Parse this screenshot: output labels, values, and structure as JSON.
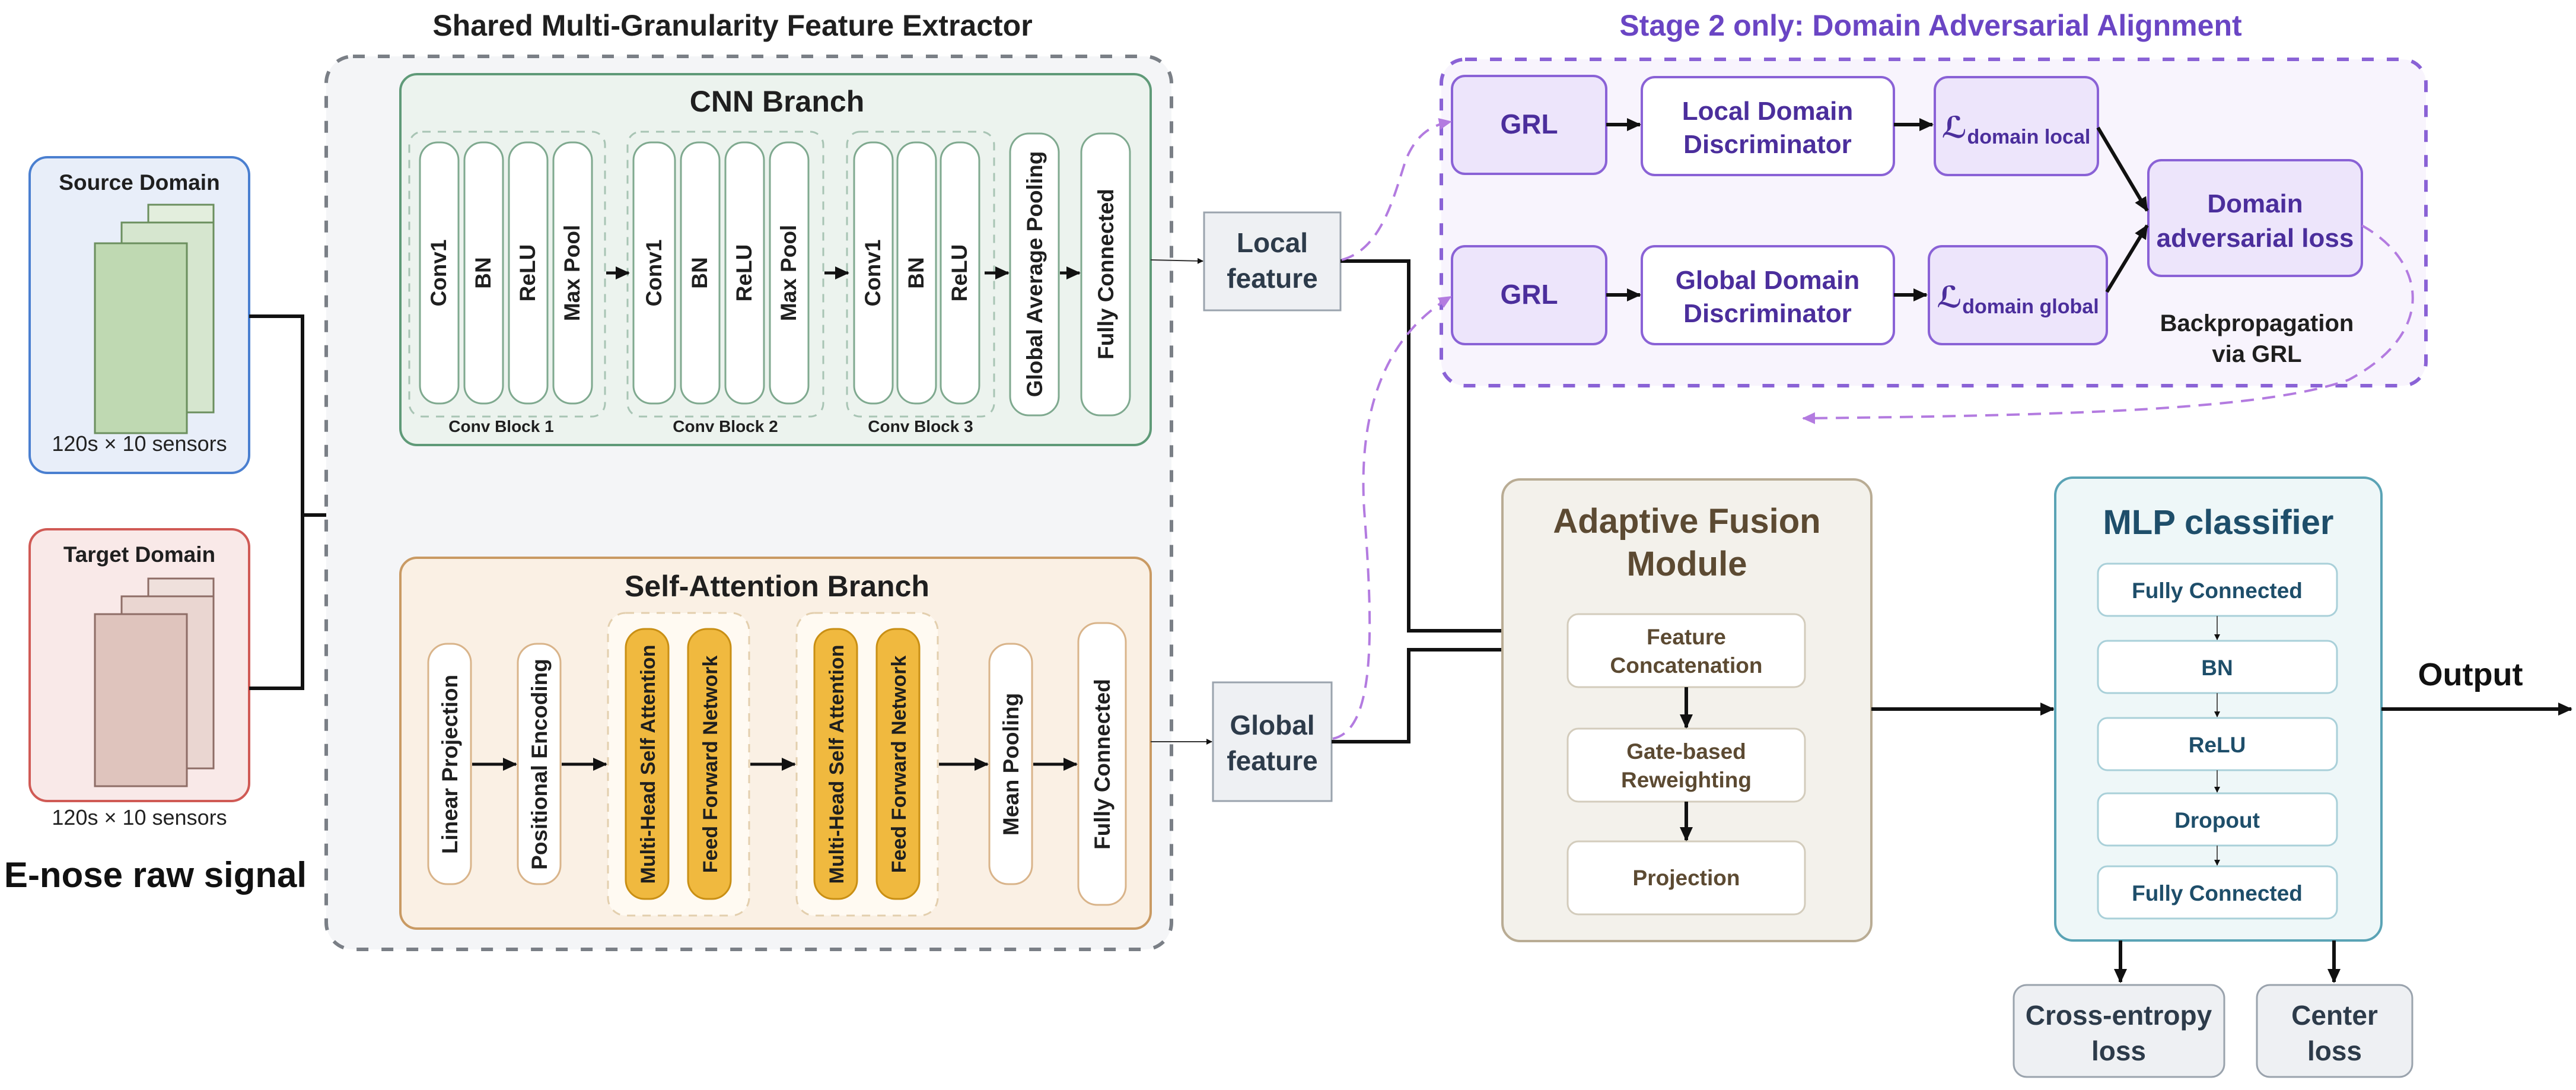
{
  "titles": {
    "extractor": "Shared Multi-Granularity Feature Extractor",
    "stage2": "Stage 2 only: Domain Adversarial Alignment"
  },
  "inputs": {
    "source_title": "Source Domain",
    "source_caption": "120s × 10 sensors",
    "target_title": "Target Domain",
    "target_caption": "120s × 10 sensors",
    "signal_label": "E-nose raw signal"
  },
  "cnn": {
    "title": "CNN Branch",
    "block1": [
      "Conv1",
      "BN",
      "ReLU",
      "Max Pool"
    ],
    "block2": [
      "Conv1",
      "BN",
      "ReLU",
      "Max Pool"
    ],
    "block3": [
      "Conv1",
      "BN",
      "ReLU"
    ],
    "block_labels": [
      "Conv Block 1",
      "Conv Block 2",
      "Conv Block 3"
    ],
    "gap": "Global Average Pooling",
    "fc": "Fully Connected"
  },
  "attn": {
    "title": "Self-Attention Branch",
    "linear": "Linear Projection",
    "pos": "Positional Encoding",
    "mhsa": "Multi-Head Self Attention",
    "ffn": "Feed Forward Network",
    "pool": "Mean Pooling",
    "fc": "Fully Connected"
  },
  "features": {
    "local_line1": "Local",
    "local_line2": "feature",
    "global_line1": "Global",
    "global_line2": "feature"
  },
  "adversarial": {
    "grl": "GRL",
    "local_disc_line1": "Local Domain",
    "local_disc_line2": "Discriminator",
    "global_disc_line1": "Global Domain",
    "global_disc_line2": "Discriminator",
    "loss_symbol": "ℒ",
    "loss_local_sub": "domain local",
    "loss_global_sub": "domain global",
    "domain_loss_line1": "Domain",
    "domain_loss_line2": "adversarial loss",
    "backprop_line1": "Backpropagation",
    "backprop_line2": "via GRL"
  },
  "fusion": {
    "title_line1": "Adaptive Fusion",
    "title_line2": "Module",
    "concat_line1": "Feature",
    "concat_line2": "Concatenation",
    "gate_line1": "Gate-based",
    "gate_line2": "Reweighting",
    "proj": "Projection"
  },
  "mlp": {
    "title": "MLP classifier",
    "layers": [
      "Fully Connected",
      "BN",
      "ReLU",
      "Dropout",
      "Fully Connected"
    ]
  },
  "output": "Output",
  "losses": {
    "ce_line1": "Cross-entropy",
    "ce_line2": "loss",
    "center_line1": "Center",
    "center_line2": "loss"
  },
  "colors": {
    "source_fill": "#e8eef9",
    "source_stroke": "#4a7fd0",
    "target_fill": "#f9e9e8",
    "target_stroke": "#d05a55",
    "cnn_fill": "#ecf3ee",
    "cnn_stroke": "#5f9a78",
    "attn_fill": "#faf0e4",
    "attn_stroke": "#c99a63",
    "attn_yellow": "#f0b93f",
    "stage2_fill": "#f8f4fd",
    "stage2_stroke": "#8a62d6",
    "fusion_fill": "#f3f1eb",
    "fusion_stroke": "#b9ac94",
    "mlp_fill": "#eef7f8",
    "mlp_stroke": "#5aa3b5"
  }
}
